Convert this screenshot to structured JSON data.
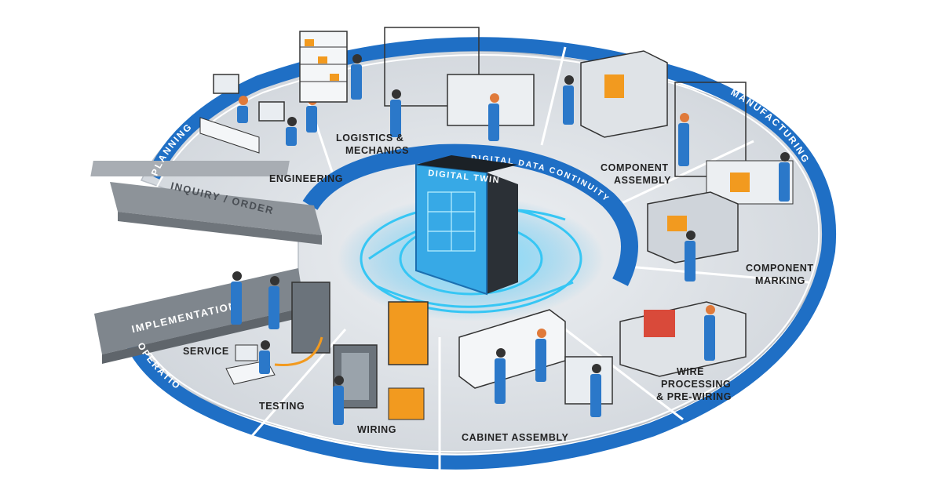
{
  "stages": {
    "planning": "PLANNING",
    "manufacturing": "MANUFACTURING",
    "operation": "OPERATION",
    "inquiry_order": "INQUIRY / ORDER",
    "implementation": "IMPLEMENTATION"
  },
  "center": {
    "digital_twin": "DIGITAL TWIN",
    "data_continuity": "DIGITAL DATA CONTINUITY"
  },
  "stations": {
    "engineering": "ENGINEERING",
    "logistics_line1": "LOGISTICS &",
    "logistics_line2": "MECHANICS",
    "component_assembly_line1": "COMPONENT",
    "component_assembly_line2": "ASSEMBLY",
    "component_marking_line1": "COMPONENT",
    "component_marking_line2": "MARKING",
    "wire_line1": "WIRE",
    "wire_line2": "PROCESSING",
    "wire_line3": "& PRE-WIRING",
    "cabinet_assembly": "CABINET ASSEMBLY",
    "wiring": "WIRING",
    "testing": "TESTING",
    "service": "SERVICE"
  },
  "colors": {
    "ring_blue": "#1f6fc5",
    "floor_gray": "#d9dde2",
    "slab_gray": "#9aa0a6",
    "twin_glow": "#36c6f4",
    "worker_blue": "#2b78c9",
    "accent_orange": "#f29a1f"
  },
  "icons": {
    "worker": "worker-figure",
    "computer": "workstation-monitor",
    "machine": "industrial-machine",
    "rack": "storage-rack",
    "cabinet": "control-cabinet"
  }
}
